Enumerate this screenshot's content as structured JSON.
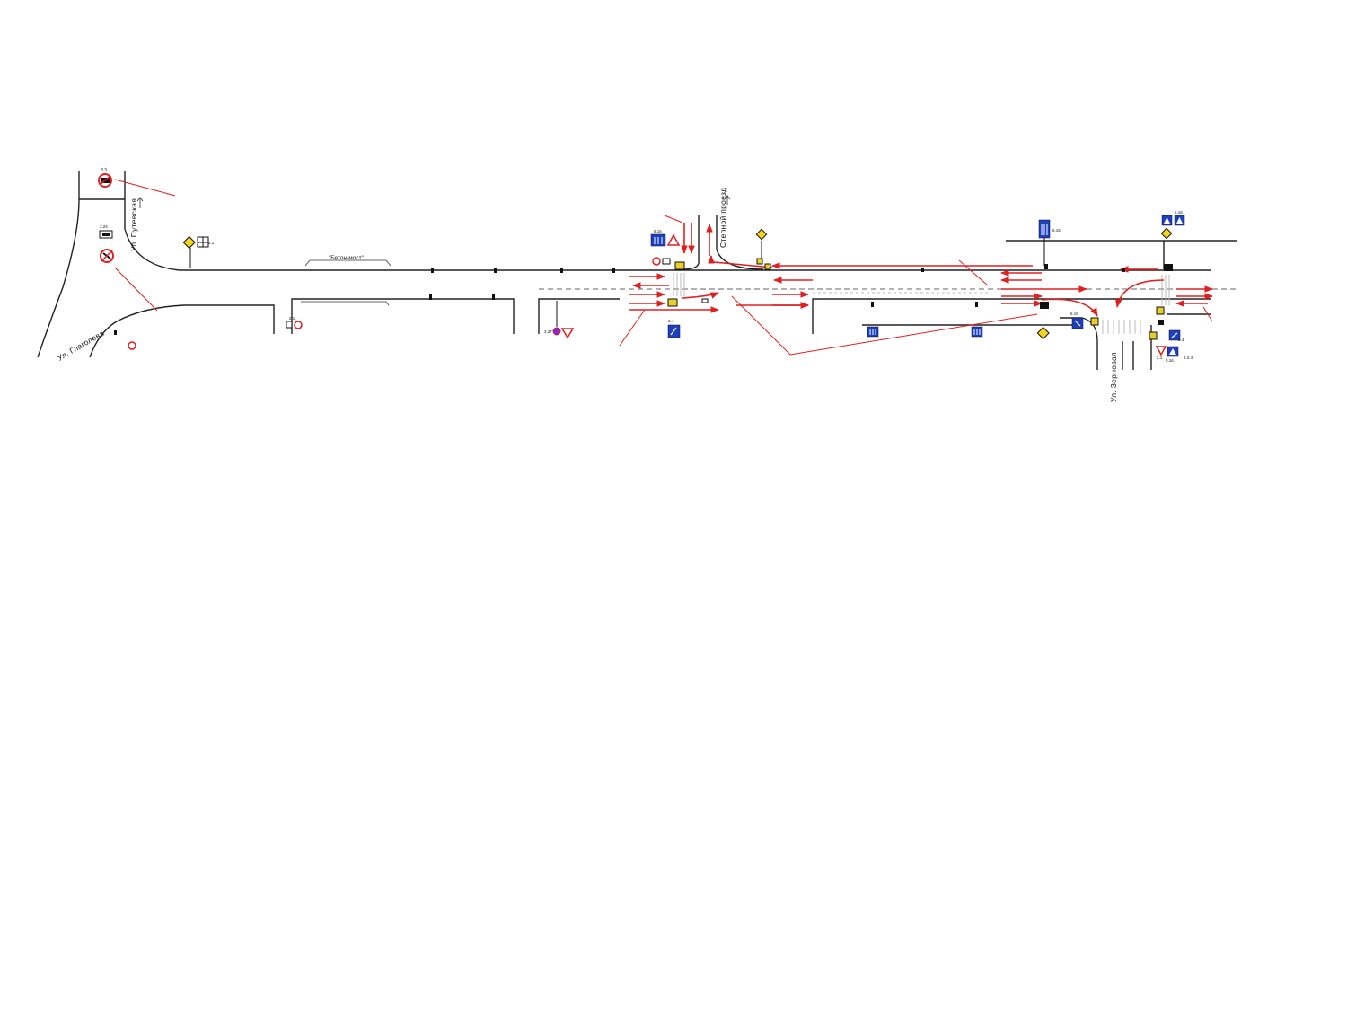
{
  "streets": {
    "putevaya": "Ул. Путевская",
    "glagoleva": "Ул. Глаголева",
    "stepnoy": "Степной проезд",
    "zernovaya": "Ул. Зерновая"
  },
  "notes": {
    "bus_stop": "\"Бетон-мост\""
  },
  "sign_codes": {
    "c1": "3.3",
    "c2": "3.24",
    "c3": "2.1",
    "c4": "5.15",
    "c5": "2.4",
    "c6": "3.27",
    "c7": "5.19",
    "c8": "2.1",
    "c9": "5.16",
    "c10": "2.1",
    "c11": "5.16",
    "c12": "5.15",
    "c13": "2.4",
    "c14": "8.2.4"
  },
  "colors": {
    "road": "#222222",
    "traffic_arrow": "#e02020",
    "info_sign": "#1e3fbf",
    "priority_sign": "#f2d51c",
    "light": "#e8cf2a"
  },
  "icons": [
    "no-trucks-sign-icon",
    "no-entry-sign-icon",
    "priority-road-sign-icon",
    "traffic-light-icon",
    "yield-sign-icon",
    "lane-direction-sign-icon",
    "pedestrian-crossing-sign-icon"
  ]
}
